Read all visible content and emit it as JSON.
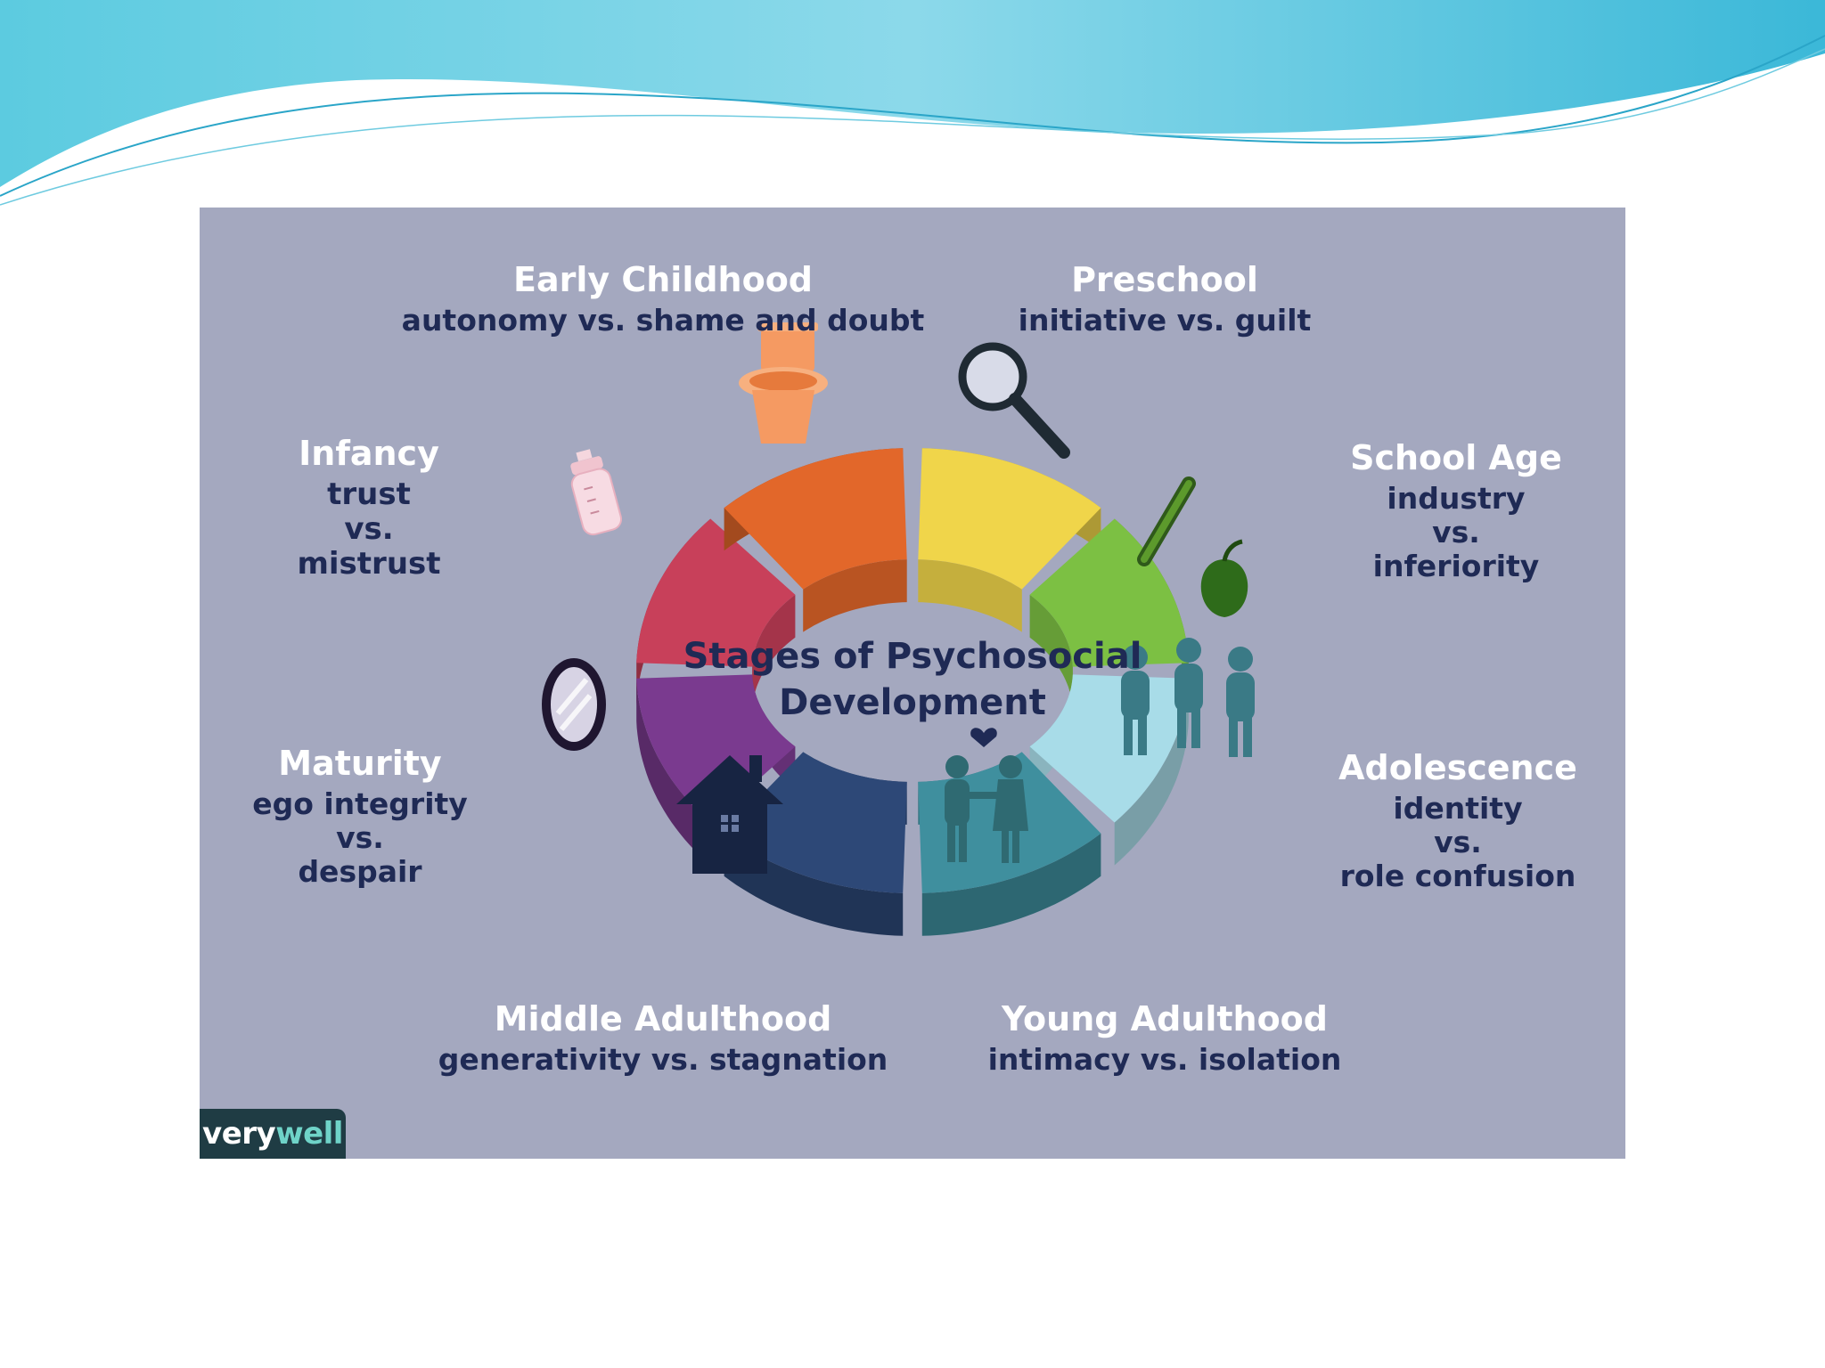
{
  "diagram": {
    "title_line1": "Stages of Psychosocial",
    "title_line2": "Development",
    "stages": [
      {
        "name": "Infancy",
        "crisis_lines": [
          "trust",
          "vs.",
          "mistrust"
        ],
        "color": "#c8405a",
        "icon": "baby-bottle-icon"
      },
      {
        "name": "Early Childhood",
        "crisis_lines": [
          "autonomy vs. shame and doubt"
        ],
        "color": "#e2672a",
        "icon": "toilet-icon"
      },
      {
        "name": "Preschool",
        "crisis_lines": [
          "initiative vs. guilt"
        ],
        "color": "#f0d54a",
        "icon": "magnifying-glass-icon"
      },
      {
        "name": "School Age",
        "crisis_lines": [
          "industry",
          "vs.",
          "inferiority"
        ],
        "color": "#7cc043",
        "icon": "pencil-apple-icon"
      },
      {
        "name": "Adolescence",
        "crisis_lines": [
          "identity",
          "vs.",
          "role confusion"
        ],
        "color": "#a8dce8",
        "icon": "group-of-people-icon"
      },
      {
        "name": "Young Adulthood",
        "crisis_lines": [
          "intimacy vs. isolation"
        ],
        "color": "#3f8f9e",
        "icon": "couple-heart-icon"
      },
      {
        "name": "Middle Adulthood",
        "crisis_lines": [
          "generativity vs. stagnation"
        ],
        "color": "#2d4877",
        "icon": "house-icon"
      },
      {
        "name": "Maturity",
        "crisis_lines": [
          "ego integrity",
          "vs.",
          "despair"
        ],
        "color": "#7a3a8f",
        "icon": "mirror-icon"
      }
    ]
  },
  "brand": {
    "part1": "very",
    "part2": "well"
  }
}
